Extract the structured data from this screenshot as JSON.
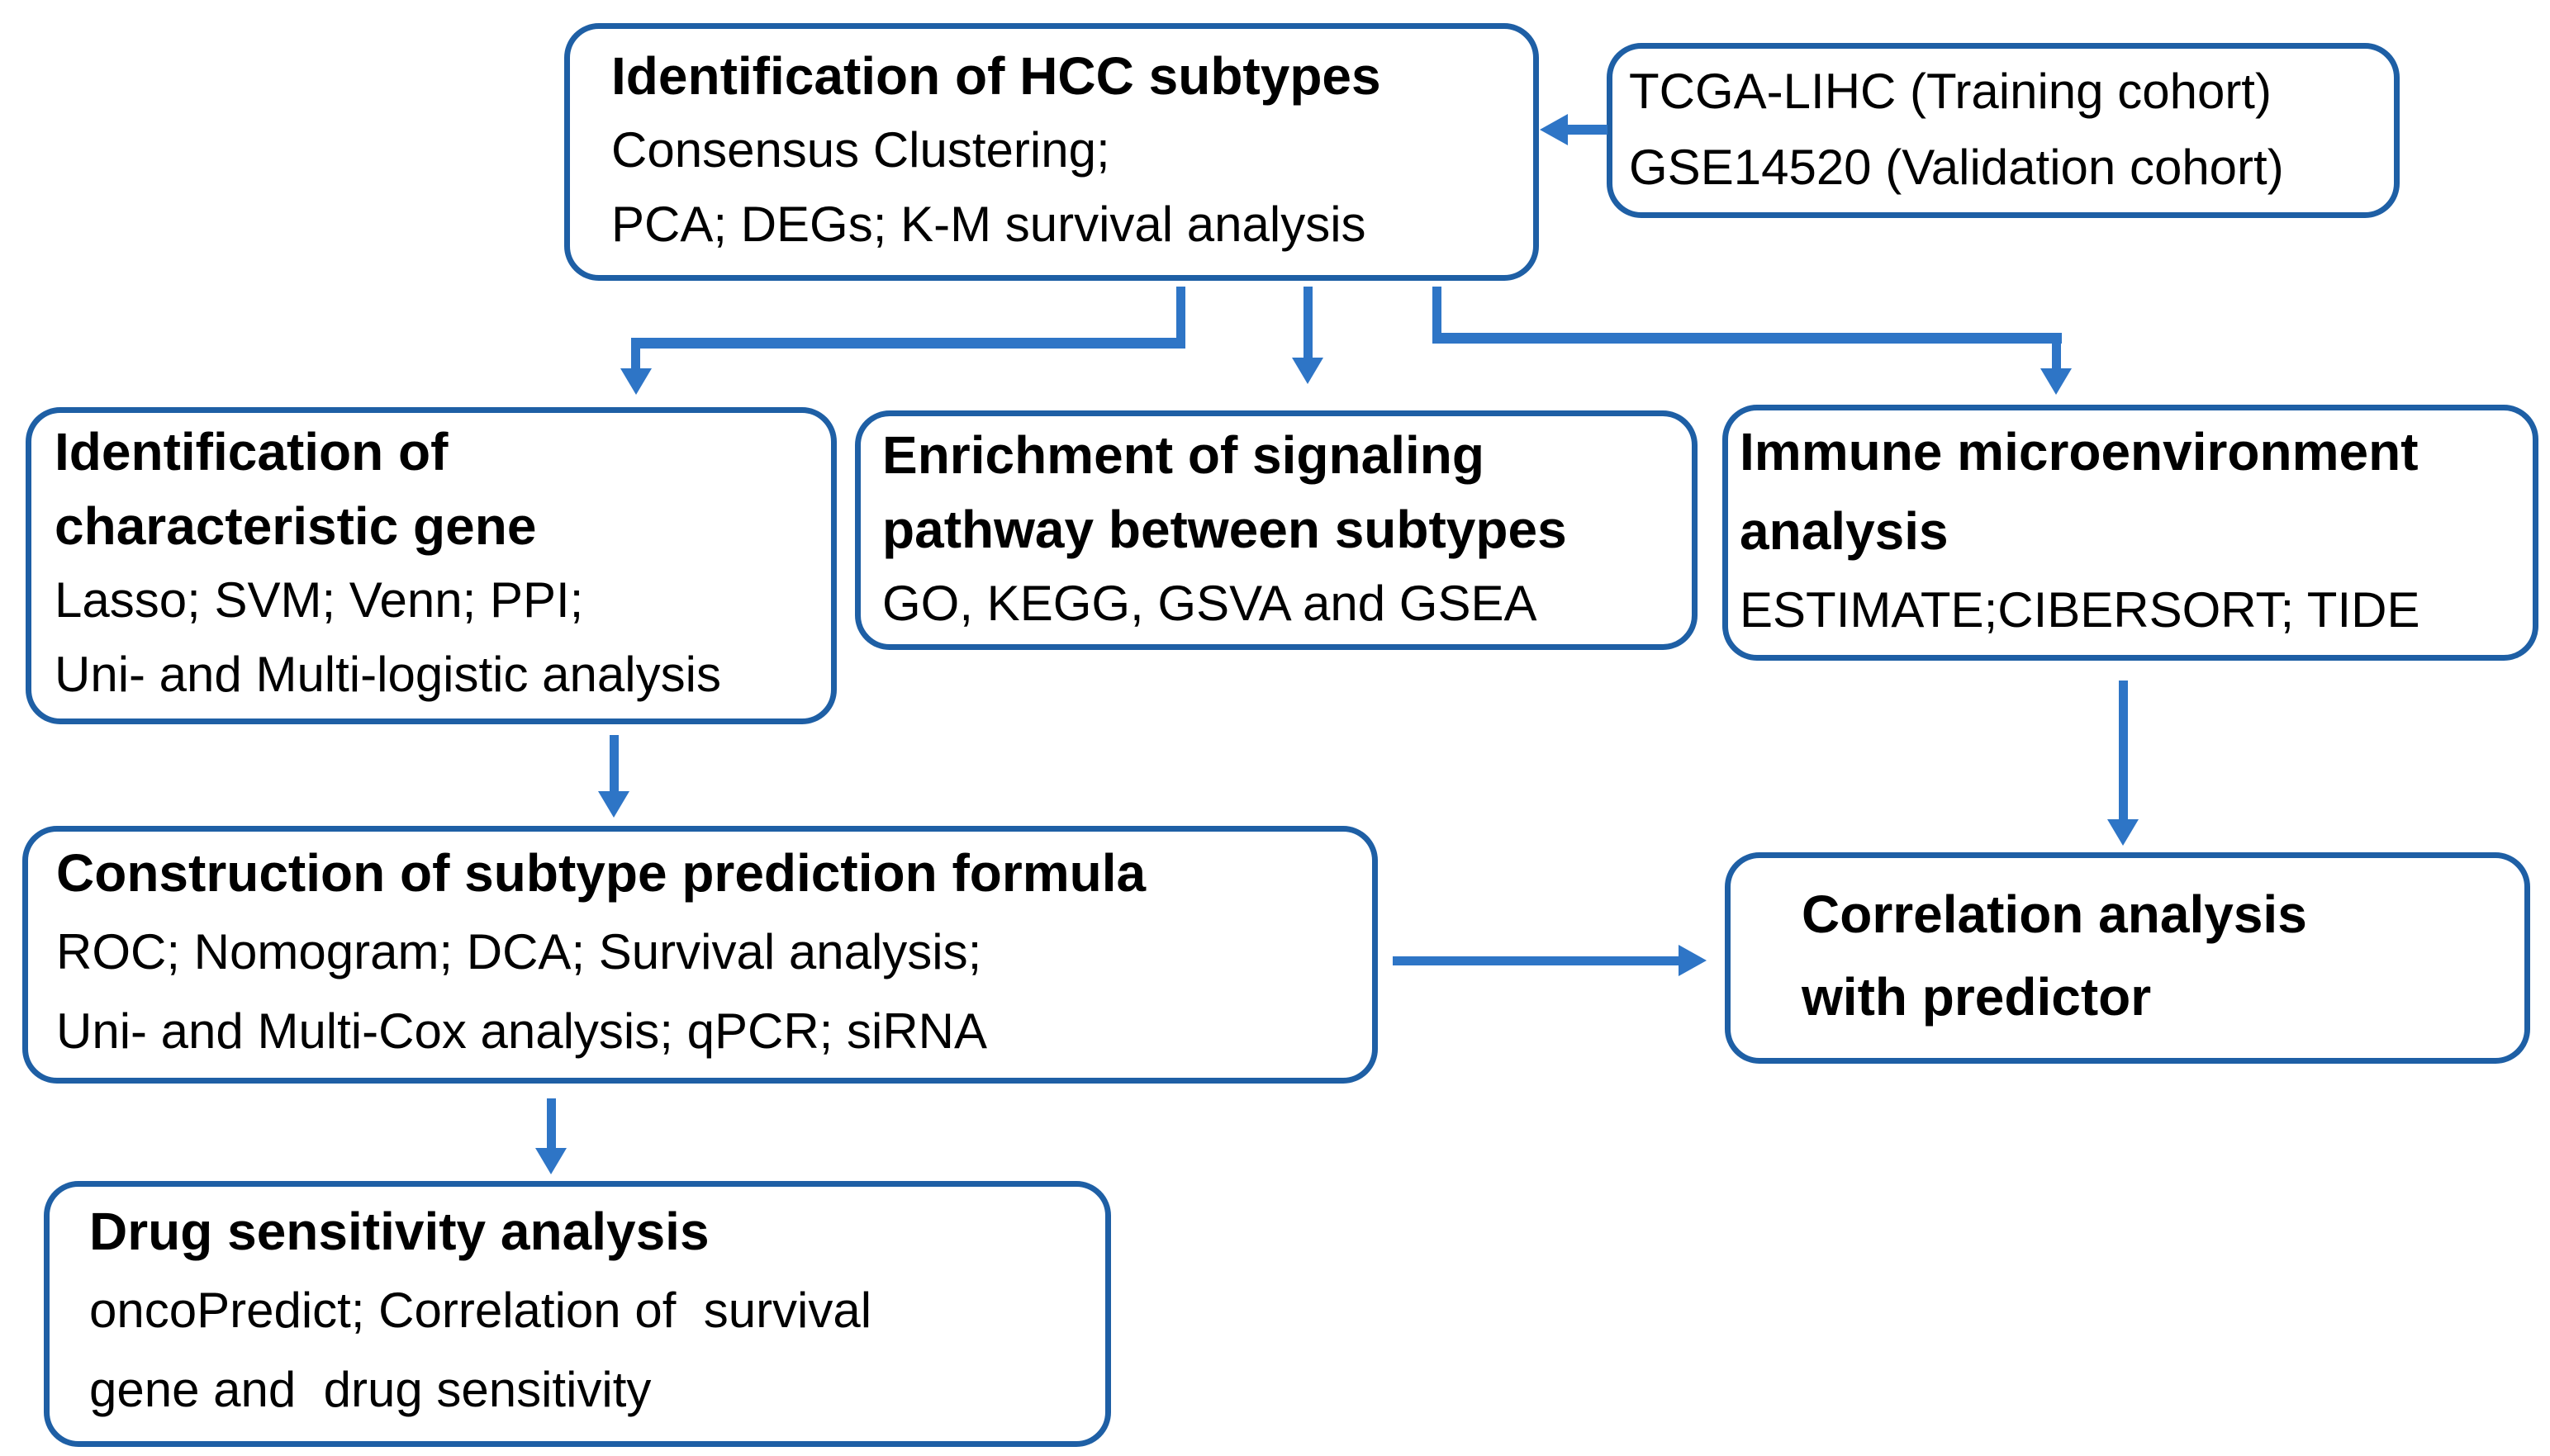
{
  "colors": {
    "box_border": "#1e5fa5",
    "arrow": "#2e75c6",
    "text": "#000000",
    "background": "#ffffff"
  },
  "boxes": {
    "hcc_subtypes": {
      "title": "Identification of HCC subtypes",
      "body_lines": [
        "Consensus Clustering;",
        "PCA; DEGs; K-M survival analysis"
      ]
    },
    "cohorts": {
      "body_lines": [
        "TCGA-LIHC (Training cohort)",
        "GSE14520 (Validation cohort)"
      ]
    },
    "characteristic_gene": {
      "title_lines": [
        "Identification of",
        "characteristic gene"
      ],
      "body_lines": [
        "Lasso; SVM; Venn; PPI;",
        "Uni- and Multi-logistic analysis"
      ]
    },
    "enrichment": {
      "title_lines": [
        "Enrichment of signaling",
        "pathway between subtypes"
      ],
      "body_lines": [
        "GO, KEGG, GSVA and GSEA"
      ]
    },
    "immune": {
      "title_lines": [
        "Immune microenvironment",
        "analysis"
      ],
      "body_lines": [
        "ESTIMATE;CIBERSORT; TIDE"
      ]
    },
    "construction": {
      "title": "Construction of subtype prediction formula",
      "body_lines": [
        "ROC; Nomogram; DCA; Survival analysis;",
        "Uni- and Multi-Cox analysis; qPCR; siRNA"
      ]
    },
    "correlation": {
      "title_lines": [
        "Correlation analysis",
        "with predictor"
      ]
    },
    "drug_sensitivity": {
      "title": "Drug sensitivity analysis",
      "body_lines": [
        "oncoPredict; Correlation of  survival",
        "gene and  drug sensitivity"
      ]
    }
  },
  "edges": [
    {
      "from": "cohorts",
      "to": "hcc_subtypes"
    },
    {
      "from": "hcc_subtypes",
      "to": "characteristic_gene"
    },
    {
      "from": "hcc_subtypes",
      "to": "enrichment"
    },
    {
      "from": "hcc_subtypes",
      "to": "immune"
    },
    {
      "from": "characteristic_gene",
      "to": "construction"
    },
    {
      "from": "immune",
      "to": "correlation"
    },
    {
      "from": "construction",
      "to": "correlation"
    },
    {
      "from": "construction",
      "to": "drug_sensitivity"
    }
  ]
}
